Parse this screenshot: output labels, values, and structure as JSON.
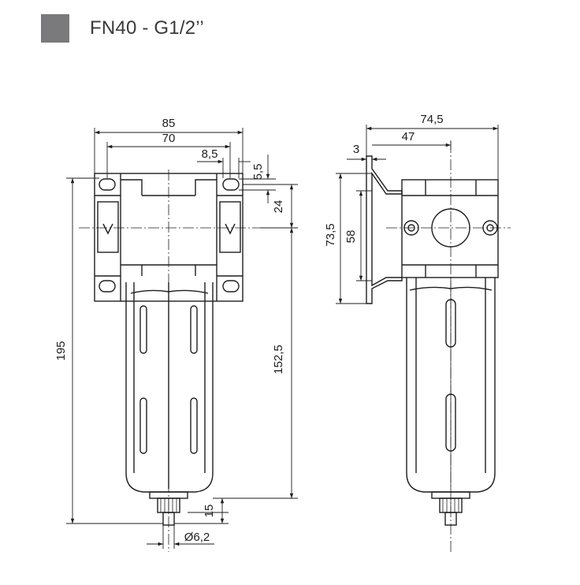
{
  "header": {
    "title": "FN40 - G1/2’’",
    "swatch_color": "#7a7a7c"
  },
  "front_view": {
    "dims": {
      "width_85": "85",
      "width_70": "70",
      "hole_8_5": "8,5",
      "slot_5_5": "5,5",
      "offset_24": "24",
      "height_195": "195",
      "height_152_5": "152,5",
      "drain_15": "15",
      "tube_6_2": "Ø6,2"
    }
  },
  "side_view": {
    "dims": {
      "depth_74_5": "74,5",
      "depth_47": "47",
      "thick_3": "3",
      "bracket_73_5": "73,5",
      "bracket_58": "58"
    }
  }
}
